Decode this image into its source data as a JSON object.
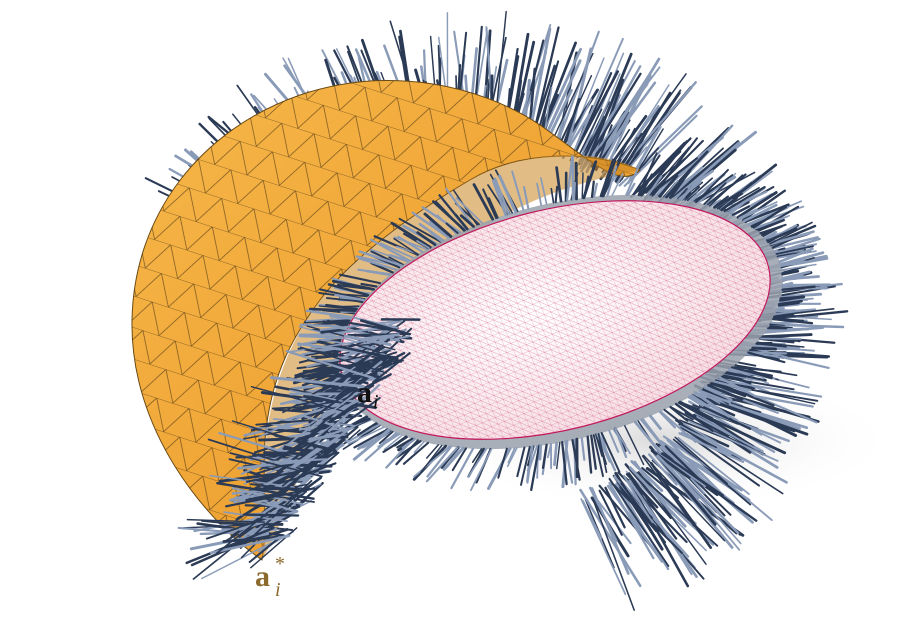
{
  "labels": {
    "inner_surface": {
      "base": "a",
      "subscript": "i",
      "superscript": ""
    },
    "outer_surface": {
      "base": "a",
      "subscript": "i",
      "superscript": "*"
    }
  },
  "colors": {
    "outer_surface_fill": "#f2a93b",
    "outer_surface_edge": "#3a2a10",
    "needle_dark": "#2b3a55",
    "needle_light": "#8a9bb8",
    "inner_mesh_fill": "#fdf2f4",
    "inner_mesh_lines": "#c2185b",
    "label_inner": "#111111",
    "label_outer": "#8b6a2e",
    "shadow": "#d9d9d9"
  },
  "icons": {
    "outer_surface": "orange-triangulated-shell",
    "inner_surface": "pink-ellipsoid-mesh",
    "normals": "needle-field"
  }
}
